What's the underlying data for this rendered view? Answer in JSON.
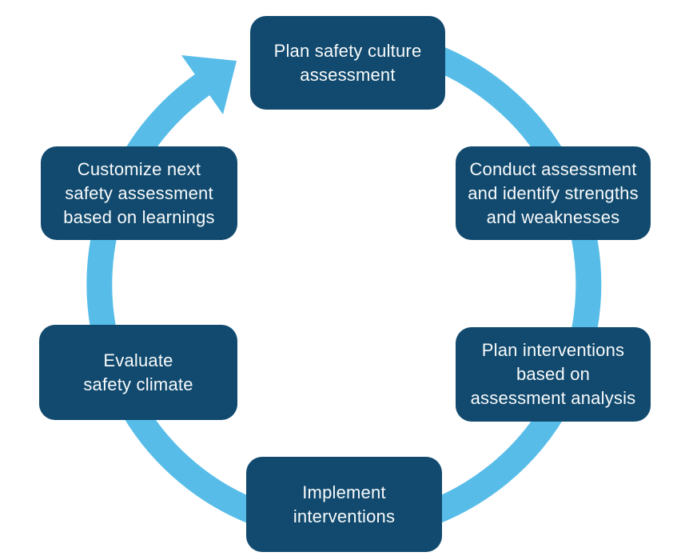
{
  "colors": {
    "arrow": "#57bde8",
    "box": "#114a6e",
    "text": "#f8fafb",
    "background": "#ffffff"
  },
  "icons": {
    "cycle_arrow": "clockwise-circular-arrow"
  },
  "steps": [
    {
      "id": "plan-safety-culture-assessment",
      "label": "Plan safety culture\nassessment"
    },
    {
      "id": "conduct-assessment",
      "label": "Conduct assessment\nand identify strengths\nand weaknesses"
    },
    {
      "id": "plan-interventions",
      "label": "Plan interventions\nbased on\nassessment analysis"
    },
    {
      "id": "implement-interventions",
      "label": "Implement\ninterventions"
    },
    {
      "id": "evaluate-safety-climate",
      "label": "Evaluate\nsafety climate"
    },
    {
      "id": "customize-next-assessment",
      "label": "Customize next\nsafety assessment\nbased on learnings"
    }
  ]
}
